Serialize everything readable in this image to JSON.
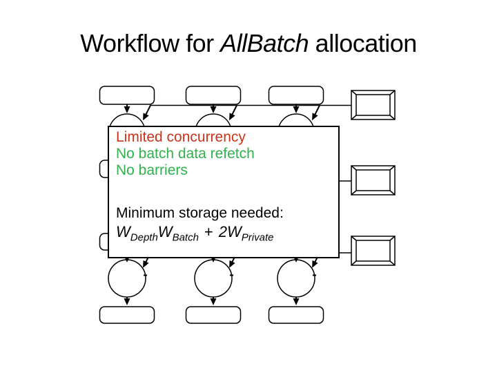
{
  "slide": {
    "title": {
      "pre": "Workflow for ",
      "italic": "AllBatch",
      "post": " allocation"
    }
  },
  "overlay_box": {
    "lines": [
      {
        "text": "Limited concurrency",
        "color": "#cc3319"
      },
      {
        "text": "No batch data refetch",
        "color": "#2fb14c"
      },
      {
        "text": "No barriers",
        "color": "#2fb14c"
      }
    ],
    "storage_heading": "Minimum storage needed:",
    "formula": {
      "term1_base": "W",
      "term1_sub": "Depth",
      "term2_base": "W",
      "term2_sub": "Batch",
      "operator": "+",
      "term3_base": "2W",
      "term3_sub": "Private"
    }
  },
  "colors": {
    "warning_text": "#cc3319",
    "positive_text": "#2fb14c",
    "diagram_stroke": "#000000",
    "background": "#ffffff"
  }
}
